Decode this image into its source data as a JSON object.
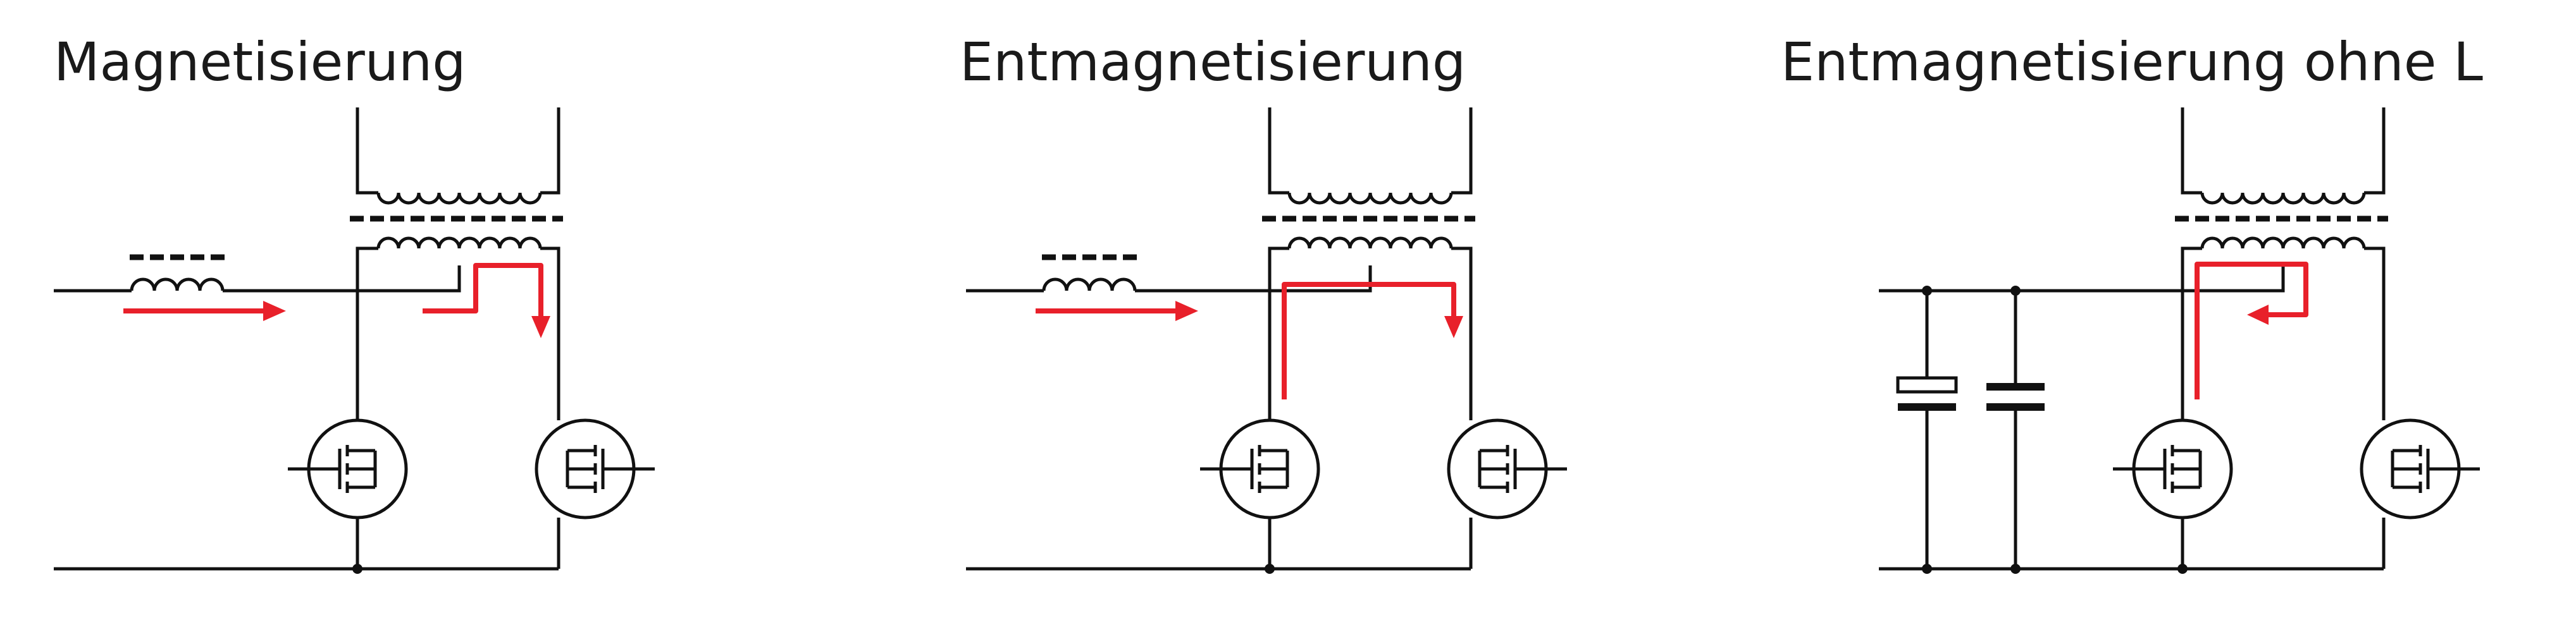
{
  "panels": [
    {
      "title": "Magnetisierung"
    },
    {
      "title": "Entmagnetisierung"
    },
    {
      "title": "Entmagnetisierung ohne L"
    }
  ],
  "colors": {
    "wire": "#111111",
    "current_arrow": "#e8202a",
    "background": "#ffffff"
  }
}
